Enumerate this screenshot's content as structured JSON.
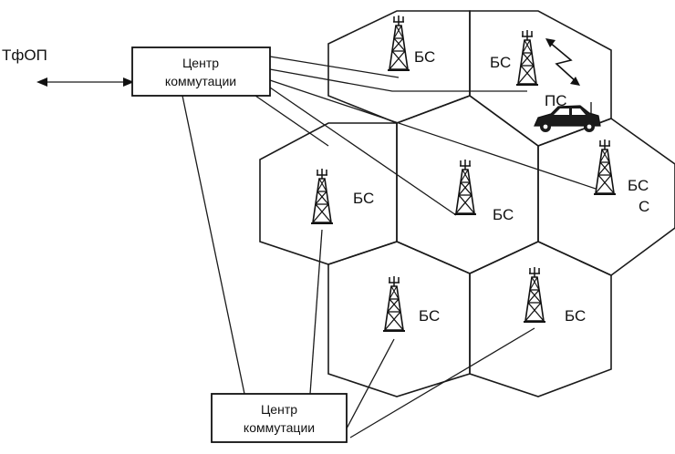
{
  "pstn_label": "ТфОП",
  "switching_center_top": {
    "line1": "Центр",
    "line2": "коммутации"
  },
  "switching_center_bottom": {
    "line1": "Центр",
    "line2": "коммутации"
  },
  "base_stations": [
    {
      "id": "bs-1",
      "label": "БС"
    },
    {
      "id": "bs-2",
      "label": "БС"
    },
    {
      "id": "bs-3",
      "label": "БС"
    },
    {
      "id": "bs-4",
      "label": "БС"
    },
    {
      "id": "bs-5",
      "label": "БС",
      "sub": "С"
    },
    {
      "id": "bs-6",
      "label": "БС"
    },
    {
      "id": "bs-7",
      "label": "БС"
    }
  ],
  "mobile_station_label": "ПС",
  "icons": {
    "tower": "antenna-tower-icon",
    "car": "car-icon",
    "radio": "radio-link-icon"
  }
}
